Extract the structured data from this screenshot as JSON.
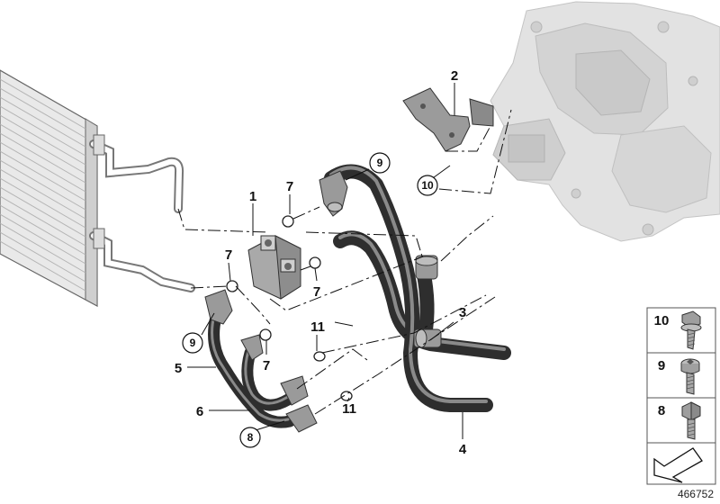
{
  "diagram": {
    "part_callouts": [
      {
        "id": "1",
        "label": "1"
      },
      {
        "id": "2",
        "label": "2"
      },
      {
        "id": "3",
        "label": "3"
      },
      {
        "id": "4",
        "label": "4"
      },
      {
        "id": "5",
        "label": "5"
      },
      {
        "id": "6",
        "label": "6"
      },
      {
        "id": "7a",
        "label": "7"
      },
      {
        "id": "7b",
        "label": "7"
      },
      {
        "id": "7c",
        "label": "7"
      },
      {
        "id": "7d",
        "label": "7"
      },
      {
        "id": "11a",
        "label": "11"
      },
      {
        "id": "11b",
        "label": "11"
      }
    ],
    "circled_callouts": [
      {
        "id": "9a",
        "label": "9"
      },
      {
        "id": "10",
        "label": "10"
      },
      {
        "id": "9b",
        "label": "9"
      },
      {
        "id": "8",
        "label": "8"
      }
    ],
    "legend": {
      "items": [
        {
          "label": "10",
          "icon": "bolt-flange-hex-icon"
        },
        {
          "label": "9",
          "icon": "bolt-torx-icon"
        },
        {
          "label": "8",
          "icon": "bolt-hex-icon"
        }
      ],
      "symbol": "arrow-icon"
    },
    "document_number": "466752"
  }
}
